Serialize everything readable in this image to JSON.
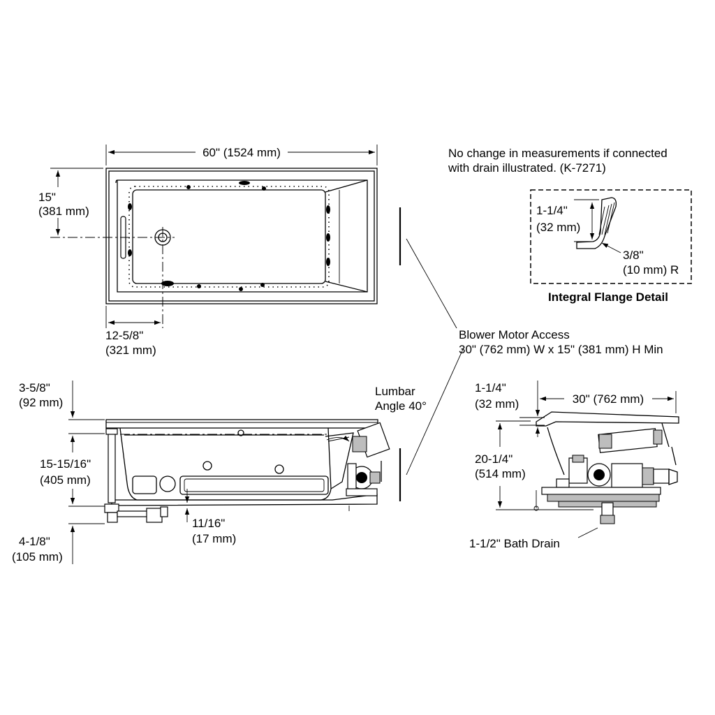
{
  "top_view": {
    "width_dim": "60\" (1524 mm)",
    "height_dim_line1": "15\"",
    "height_dim_line2": "(381 mm)",
    "drain_offset_line1": "12-5/8\"",
    "drain_offset_line2": "(321 mm)"
  },
  "note": {
    "line1": "No change in measurements if connected",
    "line2": "with drain illustrated. (K-7271)"
  },
  "flange_detail": {
    "dim_a_line1": "1-1/4\"",
    "dim_a_line2": "(32 mm)",
    "radius_line1": "3/8\"",
    "radius_line2": "(10 mm) R",
    "title": "Integral Flange Detail"
  },
  "blower_access": {
    "line1": "Blower Motor Access",
    "line2": "30\" (762 mm) W x 15\" (381 mm) H Min"
  },
  "side_view": {
    "flange_height_line1": "3-5/8\"",
    "flange_height_line2": "(92 mm)",
    "depth_line1": "15-15/16\"",
    "depth_line2": "(405 mm)",
    "base_height_line1": "4-1/8\"",
    "base_height_line2": "(105 mm)",
    "gap_line1": "11/16\"",
    "gap_line2": "(17 mm)",
    "lumbar_line1": "Lumbar",
    "lumbar_line2": "Angle 40°"
  },
  "end_view": {
    "flange_dim_line1": "1-1/4\"",
    "flange_dim_line2": "(32 mm)",
    "width_dim": "30\" (762 mm)",
    "height_line1": "20-1/4\"",
    "height_line2": "(514 mm)",
    "drain_label": "1-1/2\" Bath Drain"
  }
}
